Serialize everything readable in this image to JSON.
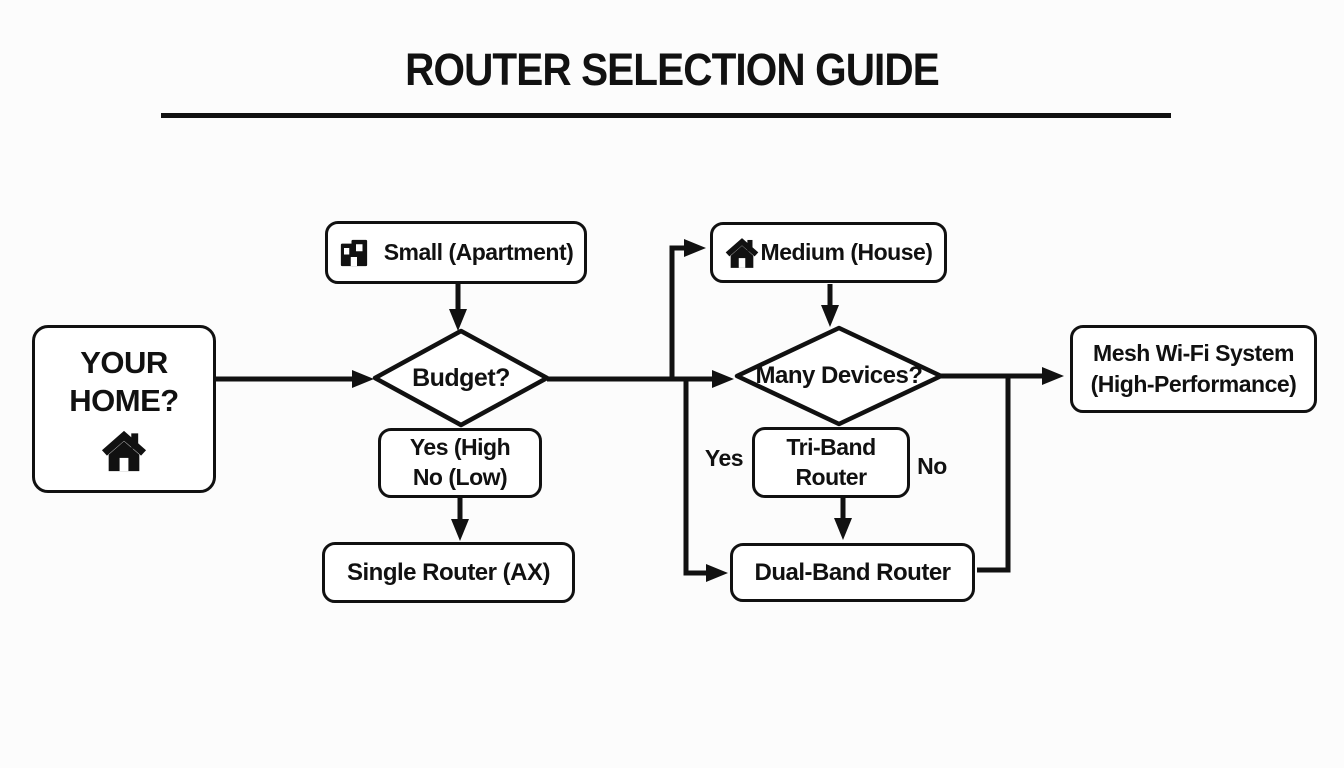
{
  "title": "ROUTER SELECTION GUIDE",
  "colors": {
    "ink": "#111111",
    "background": "#fcfcfc",
    "node_fill": "#ffffff"
  },
  "nodes": {
    "start": {
      "line1": "YOUR",
      "line2": "HOME?",
      "icon": "house-icon"
    },
    "small": {
      "label": "Small (Apartment)",
      "icon": "apartment-building-icon"
    },
    "budget": {
      "label": "Budget?"
    },
    "budget_result": {
      "line1": "Yes (High",
      "line2": "No (Low)"
    },
    "single": {
      "label": "Single Router (AX)"
    },
    "medium": {
      "label": "Medium (House)",
      "icon": "house-icon"
    },
    "many": {
      "label": "Many Devices?"
    },
    "tri": {
      "line1": "Tri-Band",
      "line2": "Router"
    },
    "dual": {
      "label": "Dual-Band Router"
    },
    "mesh": {
      "line1": "Mesh Wi-Fi System",
      "line2": "(High-Performance)"
    }
  },
  "edge_labels": {
    "yes": "Yes",
    "no": "No"
  }
}
